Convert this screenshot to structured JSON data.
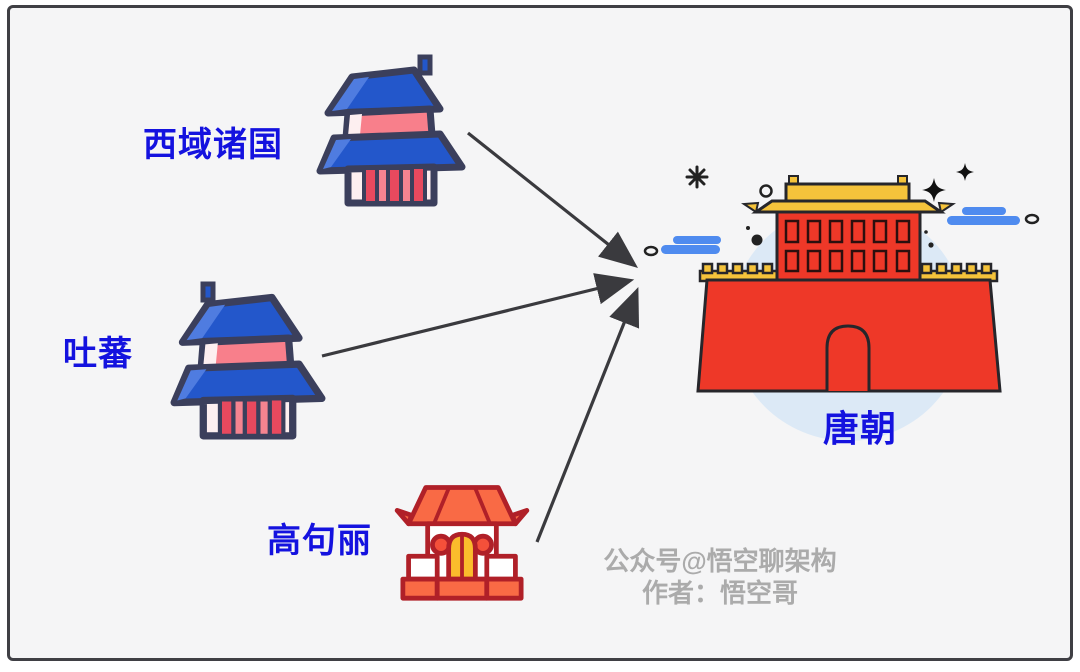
{
  "diagram": {
    "nodes": [
      {
        "id": "western-regions",
        "label": "西域诸国",
        "icon": "pagoda-icon"
      },
      {
        "id": "tubo",
        "label": "吐蕃",
        "icon": "pagoda-icon"
      },
      {
        "id": "goguryeo",
        "label": "高句丽",
        "icon": "shrine-icon"
      },
      {
        "id": "tang-dynasty",
        "label": "唐朝",
        "icon": "city-gate-icon"
      }
    ],
    "edges": [
      {
        "from": "western-regions",
        "to": "tang-dynasty"
      },
      {
        "from": "tubo",
        "to": "tang-dynasty"
      },
      {
        "from": "goguryeo",
        "to": "tang-dynasty"
      }
    ]
  },
  "watermark": {
    "line1": "公众号@悟空聊架构",
    "line2": "作者：悟空哥"
  },
  "colors": {
    "label_blue": "#1412df",
    "outline_navy": "#3b3f5c",
    "roof_blue": "#2357cb",
    "roof_blue_light": "#4f7ce0",
    "band_pink": "#f87f8b",
    "stripe_crimson": "#e8495e",
    "stripe_light_pink": "#fdeff0",
    "shrine_orange": "#f96a45",
    "shrine_outline_red": "#b02028",
    "door_yellow": "#fbbc2c",
    "gate_red": "#ee3828",
    "gate_yellow": "#f5c33b",
    "cloud_blue": "#4f8bef",
    "halo_blue": "#dce9f6",
    "arrow_dark": "#3a3a3e",
    "watermark_gray": "#ababab",
    "frame_border": "#3f3f44",
    "background": "#f5f5f6"
  }
}
